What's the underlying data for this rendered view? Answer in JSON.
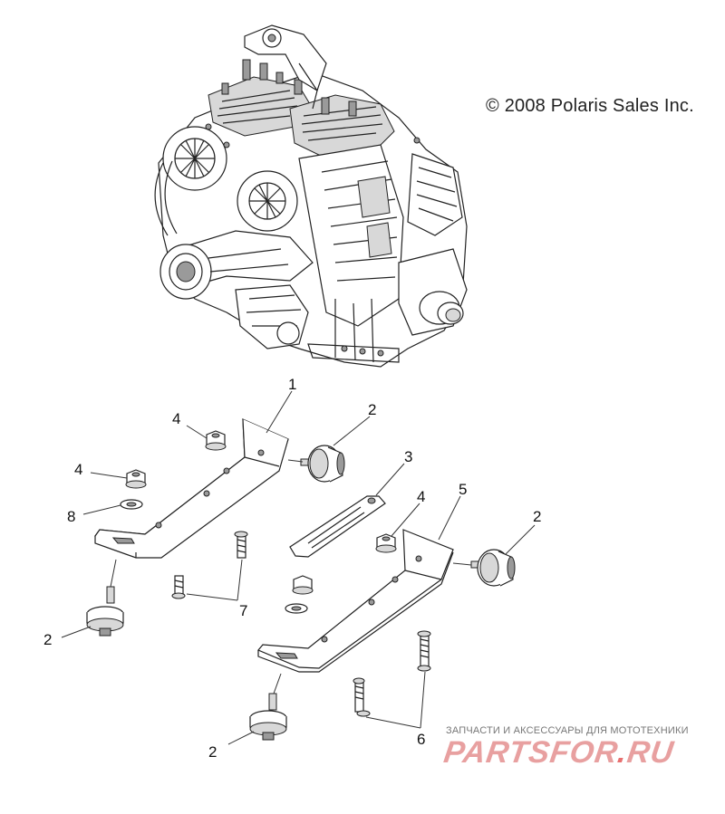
{
  "copyright": "© 2008 Polaris Sales Inc.",
  "callouts": {
    "c1": "1",
    "c2a": "2",
    "c2b": "2",
    "c2c": "2",
    "c2d": "2",
    "c3": "3",
    "c4a": "4",
    "c4b": "4",
    "c4c": "4",
    "c5": "5",
    "c6": "6",
    "c7": "7",
    "c8": "8"
  },
  "watermark": {
    "tagline": "ЗАПЧАСТИ И АКСЕССУАРЫ ДЛЯ МОТОТЕХНИКИ",
    "logo_a": "PARTS",
    "logo_b": "FOR",
    "logo_dot": ".",
    "logo_c": "RU"
  },
  "colors": {
    "line": "#222222",
    "watermark": "#e8a0a0"
  }
}
